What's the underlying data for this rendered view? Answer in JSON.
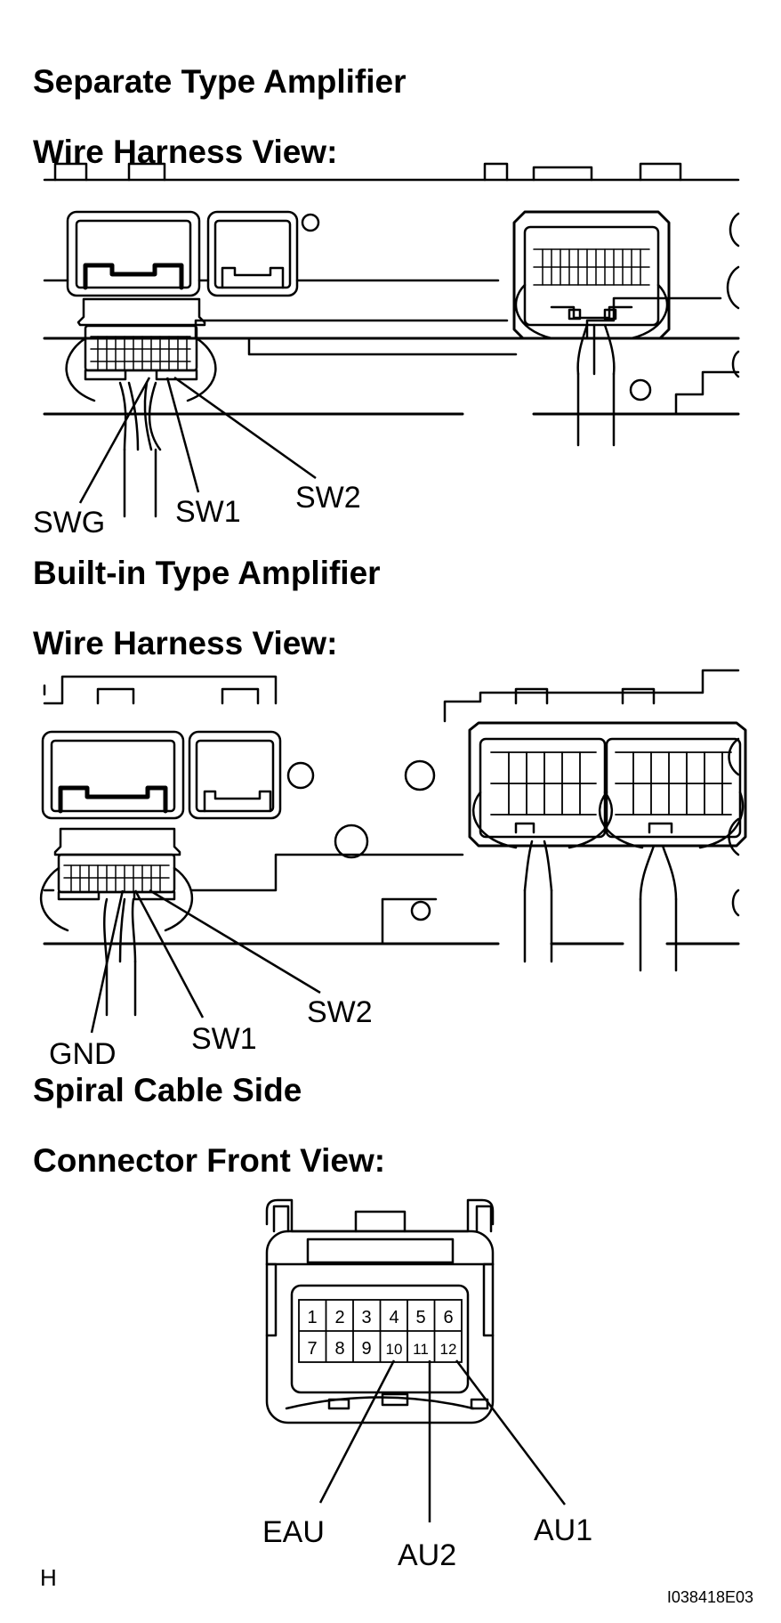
{
  "headings": {
    "separate_type": "Separate Type Amplifier",
    "wire_harness_view_1": "Wire Harness View:",
    "built_in_type": "Built-in Type Amplifier",
    "wire_harness_view_2": "Wire Harness View:",
    "spiral_cable_side": "Spiral Cable Side",
    "connector_front_view": "Connector Front View:"
  },
  "separate_callouts": {
    "swg": "SWG",
    "sw1": "SW1",
    "sw2": "SW2"
  },
  "builtin_callouts": {
    "gnd": "GND",
    "sw1": "SW1",
    "sw2": "SW2"
  },
  "connector": {
    "pins_row1": [
      "1",
      "2",
      "3",
      "4",
      "5",
      "6"
    ],
    "pins_row2": [
      "7",
      "8",
      "9",
      "10",
      "11",
      "12"
    ],
    "callouts": {
      "eau": "EAU",
      "au2": "AU2",
      "au1": "AU1"
    }
  },
  "footer": {
    "left_mark": "H",
    "figure_id": "I038418E03"
  }
}
